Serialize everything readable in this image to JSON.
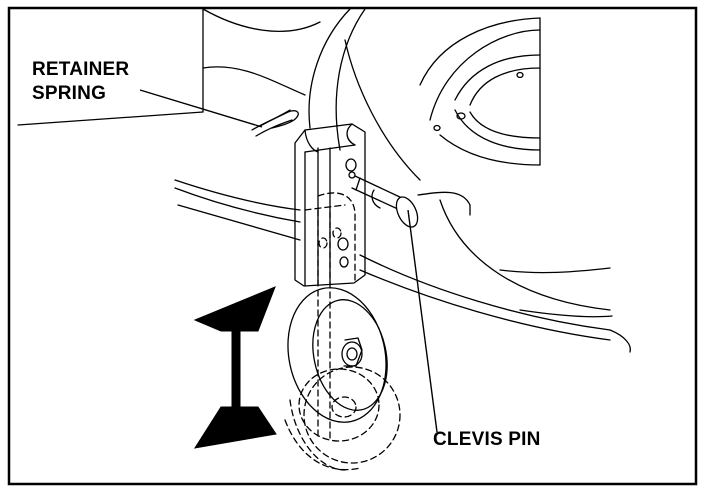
{
  "labels": {
    "retainer_line1": "RETAINER",
    "retainer_line2": "SPRING",
    "clevis": "CLEVIS PIN"
  },
  "colors": {
    "ink": "#000000",
    "paper": "#ffffff"
  }
}
